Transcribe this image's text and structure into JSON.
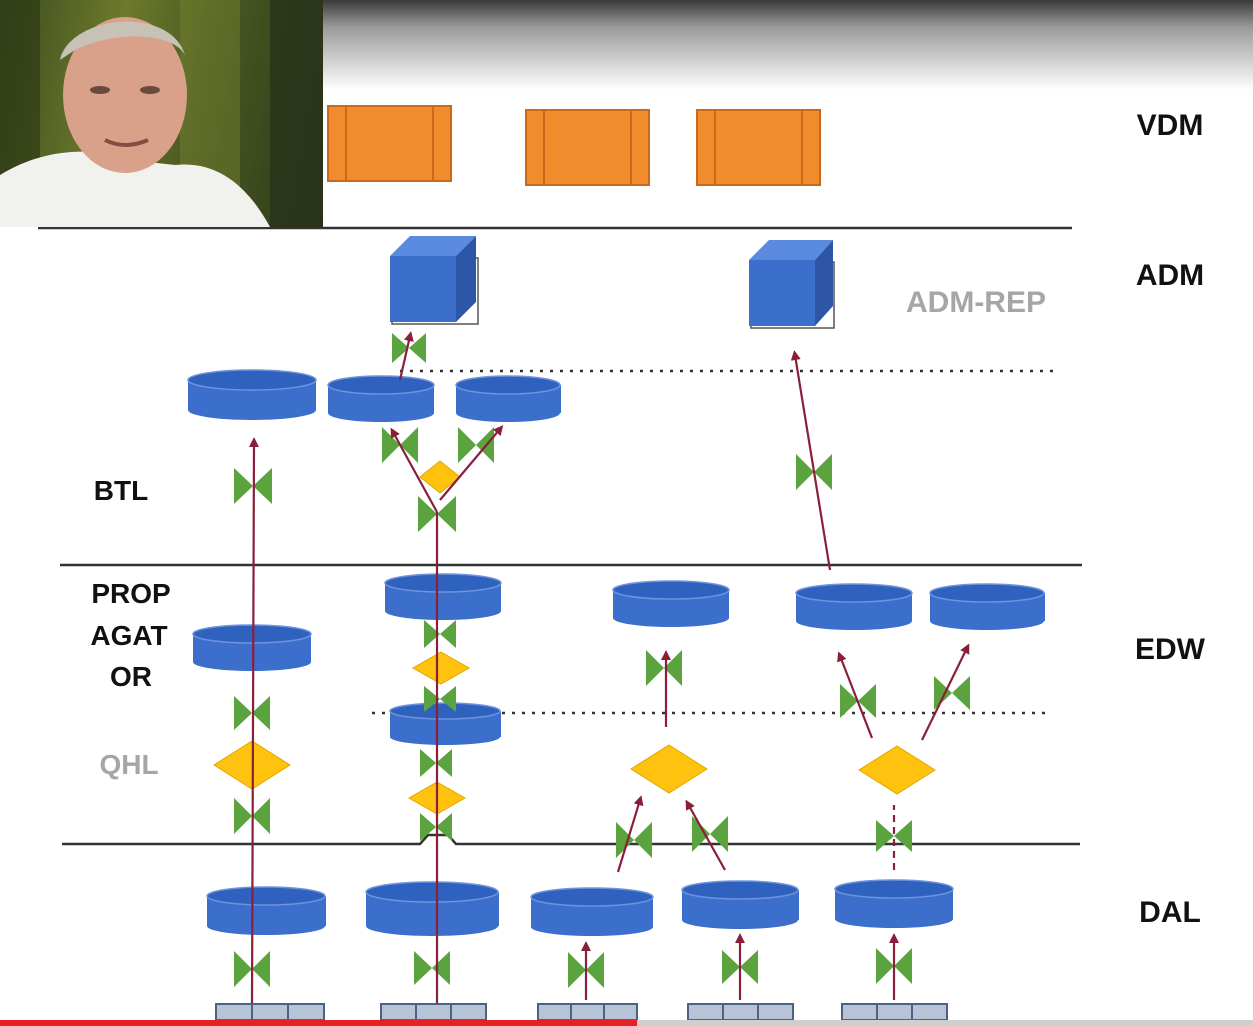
{
  "layers": {
    "vdm": "VDM",
    "adm": "ADM",
    "adm_rep": "ADM-REP",
    "btl": "BTL",
    "propagator_line1": "PROP",
    "propagator_line2": "AGAT",
    "propagator_line3": "OR",
    "qhl": "QHL",
    "edw": "EDW",
    "dal": "DAL"
  },
  "colors": {
    "vdm_box": "#f28a2e",
    "cylinder": "#3c6fcc",
    "cube": "#3c6fcc",
    "valve": "#5aa33e",
    "diamond": "#ffc20e",
    "arrow": "#8a1f3a",
    "progress": "#e52222"
  },
  "video": {
    "progress_fraction": 0.508
  }
}
